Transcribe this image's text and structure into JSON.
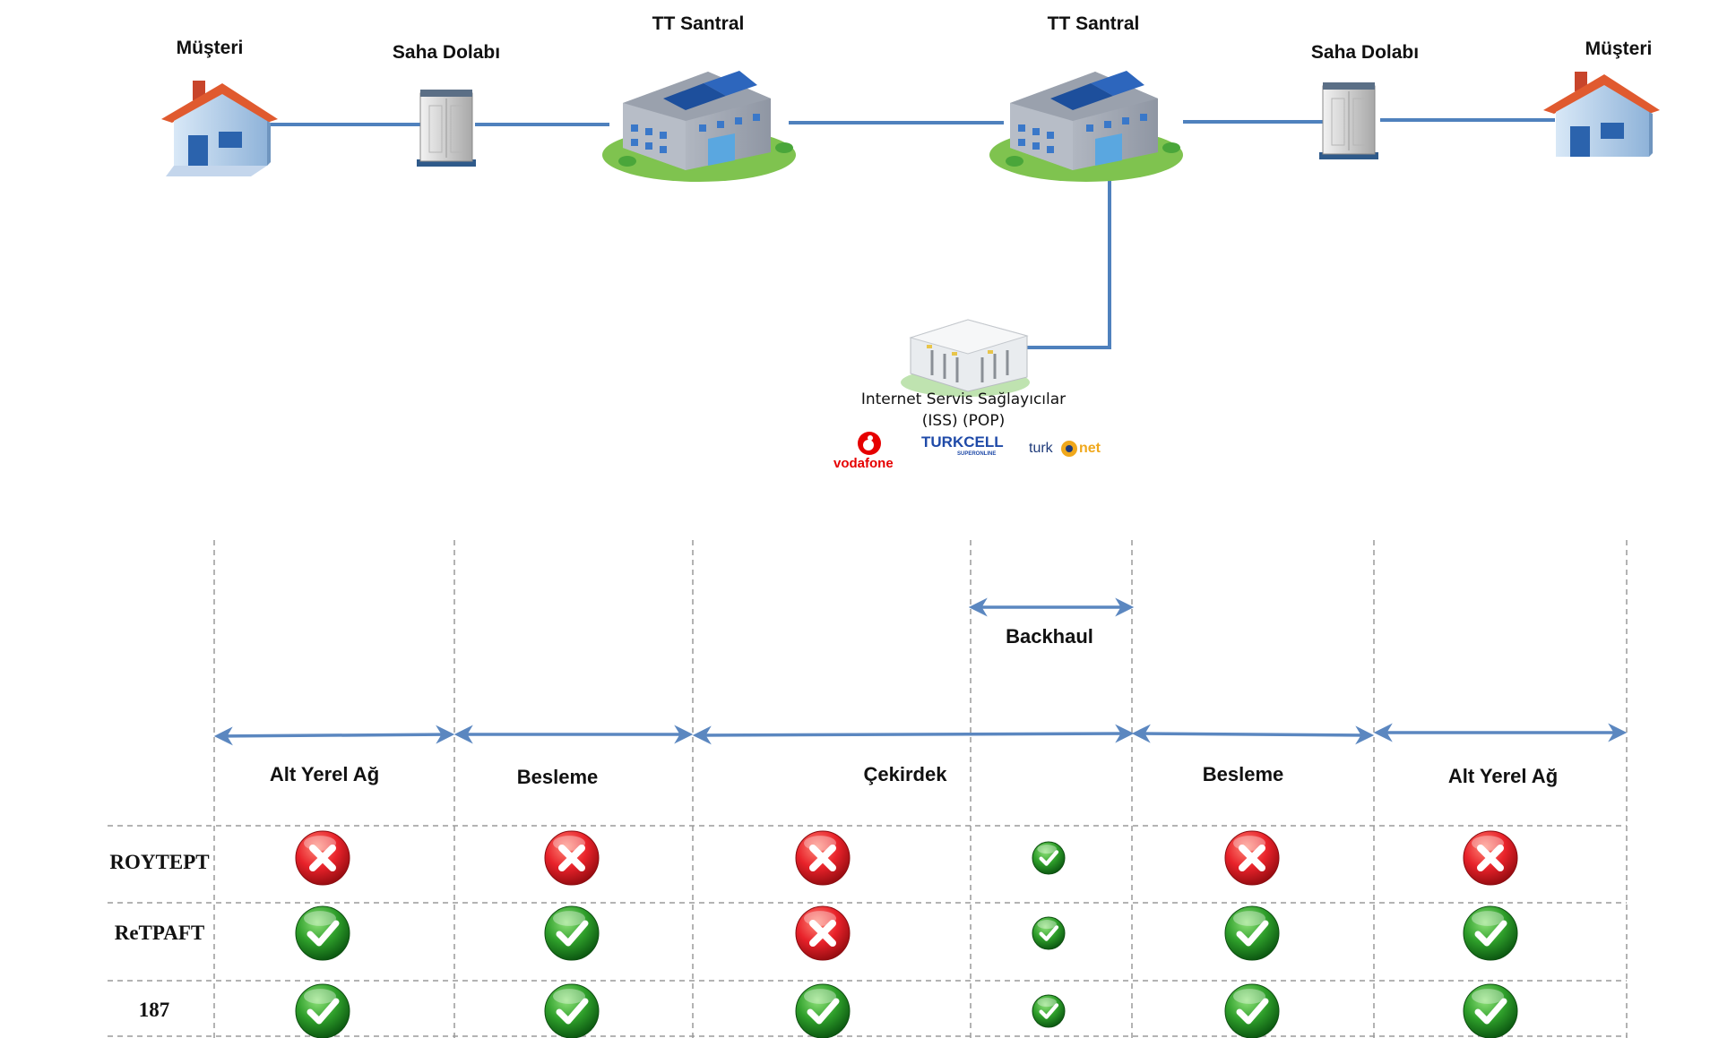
{
  "nodes": {
    "customer_left": "Müşteri",
    "cabinet_left": "Saha Dolabı",
    "exchange_left": "TT Santral",
    "exchange_right": "TT Santral",
    "cabinet_right": "Saha Dolabı",
    "customer_right": "Müşteri"
  },
  "isp": {
    "line1": "Internet Servis Sağlayıcılar",
    "line2": "(ISS) (POP)",
    "logos": {
      "vodafone": "vodafone",
      "turkcell": "TURKCELL",
      "turkcell_sub": "SUPERONLINE",
      "turknet_a": "turk",
      "turknet_b": "net"
    }
  },
  "segments": {
    "backhaul": "Backhaul",
    "alt_yerel_ag_left": "Alt Yerel Ağ",
    "besleme_left": "Besleme",
    "cekirdek": "Çekirdek",
    "besleme_right": "Besleme",
    "alt_yerel_ag_right": "Alt Yerel Ağ"
  },
  "matrix": {
    "columns": [
      "Alt Yerel Ağ",
      "Besleme",
      "Çekirdek",
      "Backhaul",
      "Besleme",
      "Alt Yerel Ağ"
    ],
    "rows": [
      {
        "label": "ROYTEPT",
        "cells": [
          "cross",
          "cross",
          "cross",
          "check",
          "cross",
          "cross"
        ]
      },
      {
        "label": "ReTPAFT",
        "cells": [
          "check",
          "check",
          "cross",
          "check",
          "check",
          "check"
        ]
      },
      {
        "label": "187",
        "cells": [
          "check",
          "check",
          "check",
          "check",
          "check",
          "check"
        ]
      }
    ]
  },
  "colors": {
    "line": "#4f81bd",
    "arrow": "#5b87c0",
    "dash": "#9a9a9a",
    "check": "#1e8a1e",
    "cross": "#e01e24",
    "roof": "#d9532b",
    "house_wall": "#b9d4ee"
  }
}
